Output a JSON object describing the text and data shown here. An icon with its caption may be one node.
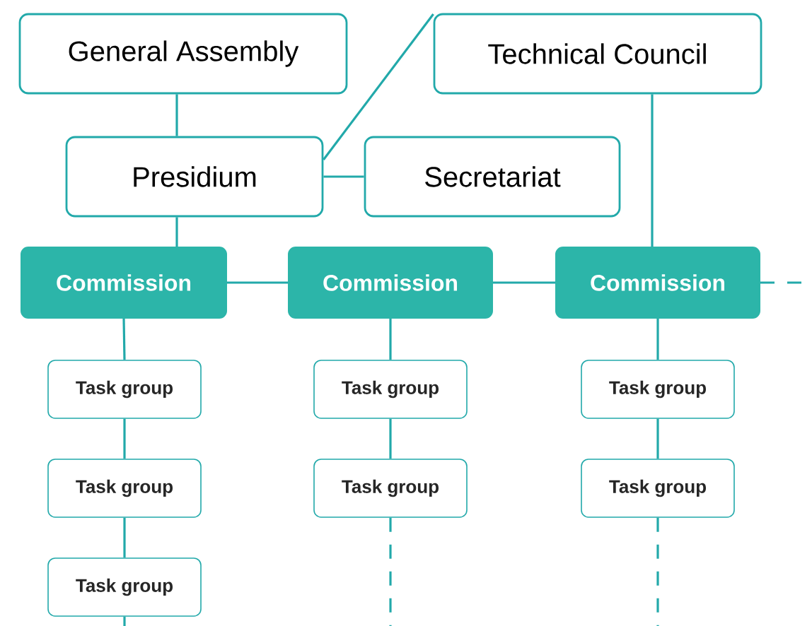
{
  "diagram": {
    "nodes": [
      {
        "text": [
          "General Assembly"
        ]
      },
      {
        "text": [
          "Technical Council"
        ]
      },
      {
        "text": [
          "Presidium"
        ]
      },
      {
        "text": [
          "Secretariat"
        ]
      },
      {
        "text": [
          "Commission"
        ]
      },
      {
        "text": [
          "Commission"
        ]
      },
      {
        "text": [
          "Commission"
        ]
      },
      {
        "text": [
          "Task group"
        ]
      },
      {
        "text": [
          "Task group"
        ]
      },
      {
        "text": [
          "Task group"
        ]
      },
      {
        "text": [
          "Task group"
        ]
      },
      {
        "text": [
          "Task group"
        ]
      },
      {
        "text": [
          "Task group"
        ]
      },
      {
        "text": [
          "Task group"
        ]
      }
    ],
    "edges": [
      {
        "from": 0,
        "to": 2,
        "arrow": "none"
      },
      {
        "from": 2,
        "to": 1,
        "arrow": "none"
      },
      {
        "from": 2,
        "to": 3,
        "arrow": "none"
      },
      {
        "from": 2,
        "to": 4,
        "arrow": "none"
      },
      {
        "from": 1,
        "to": 6,
        "arrow": "none"
      },
      {
        "from": 4,
        "to": 5,
        "arrow": "none"
      },
      {
        "from": 5,
        "to": 6,
        "arrow": "none"
      },
      {
        "from": 6,
        "to": null,
        "arrow": "none",
        "style": "dashed"
      },
      {
        "from": 4,
        "to": 7,
        "arrow": "none"
      },
      {
        "from": 7,
        "to": 8,
        "arrow": "none"
      },
      {
        "from": 8,
        "to": 9,
        "arrow": "none"
      },
      {
        "from": 9,
        "to": null,
        "arrow": "none"
      },
      {
        "from": 5,
        "to": 10,
        "arrow": "none"
      },
      {
        "from": 10,
        "to": 11,
        "arrow": "none"
      },
      {
        "from": 11,
        "to": null,
        "arrow": "none",
        "style": "dashed"
      },
      {
        "from": 6,
        "to": 12,
        "arrow": "none"
      },
      {
        "from": 12,
        "to": 13,
        "arrow": "none"
      },
      {
        "from": 13,
        "to": null,
        "arrow": "none",
        "style": "dashed"
      }
    ]
  }
}
